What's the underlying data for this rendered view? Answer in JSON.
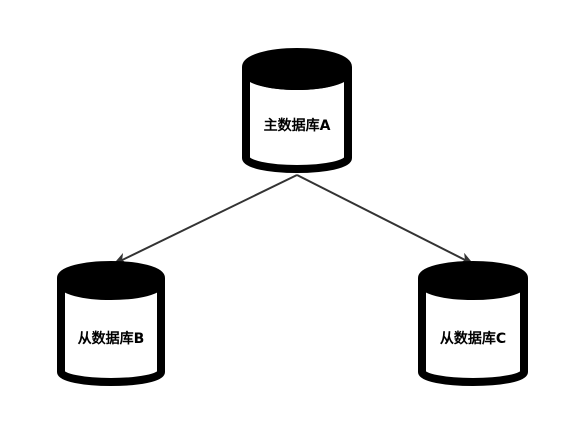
{
  "diagram": {
    "nodes": [
      {
        "id": "A",
        "label": "主数据库A"
      },
      {
        "id": "B",
        "label": "从数据库B"
      },
      {
        "id": "C",
        "label": "从数据库C"
      }
    ],
    "edges": [
      {
        "from": "A",
        "to": "B"
      },
      {
        "from": "A",
        "to": "C"
      }
    ],
    "colors": {
      "cylinder_stroke": "#000000",
      "cylinder_fill": "#ffffff",
      "cylinder_top": "#000000",
      "arrow": "#333333",
      "background": "#ffffff"
    }
  }
}
